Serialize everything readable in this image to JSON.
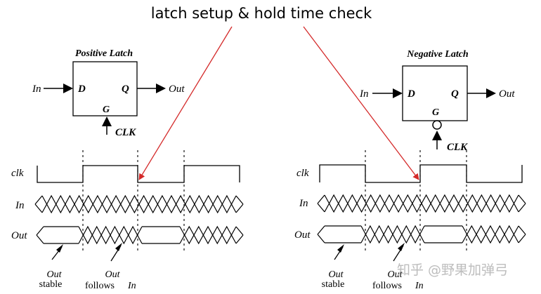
{
  "title": "latch setup & hold time check",
  "positive_latch": {
    "heading": "Positive Latch",
    "in_label": "In",
    "d_pin": "D",
    "q_pin": "Q",
    "g_pin": "G",
    "out_label": "Out",
    "clk_label": "CLK"
  },
  "negative_latch": {
    "heading": "Negative Latch",
    "in_label": "In",
    "d_pin": "D",
    "q_pin": "Q",
    "g_pin": "G",
    "out_label": "Out",
    "clk_label": "CLK"
  },
  "waveforms": {
    "clk_label": "clk",
    "in_label": "In",
    "out_label": "Out"
  },
  "annotations": {
    "out_word": "Out",
    "stable": "stable",
    "follows": "follows",
    "in_word": "In"
  },
  "watermark": "知乎 @野果加弹弓",
  "colors": {
    "arrow": "#d42a2a",
    "ink": "#000000"
  }
}
